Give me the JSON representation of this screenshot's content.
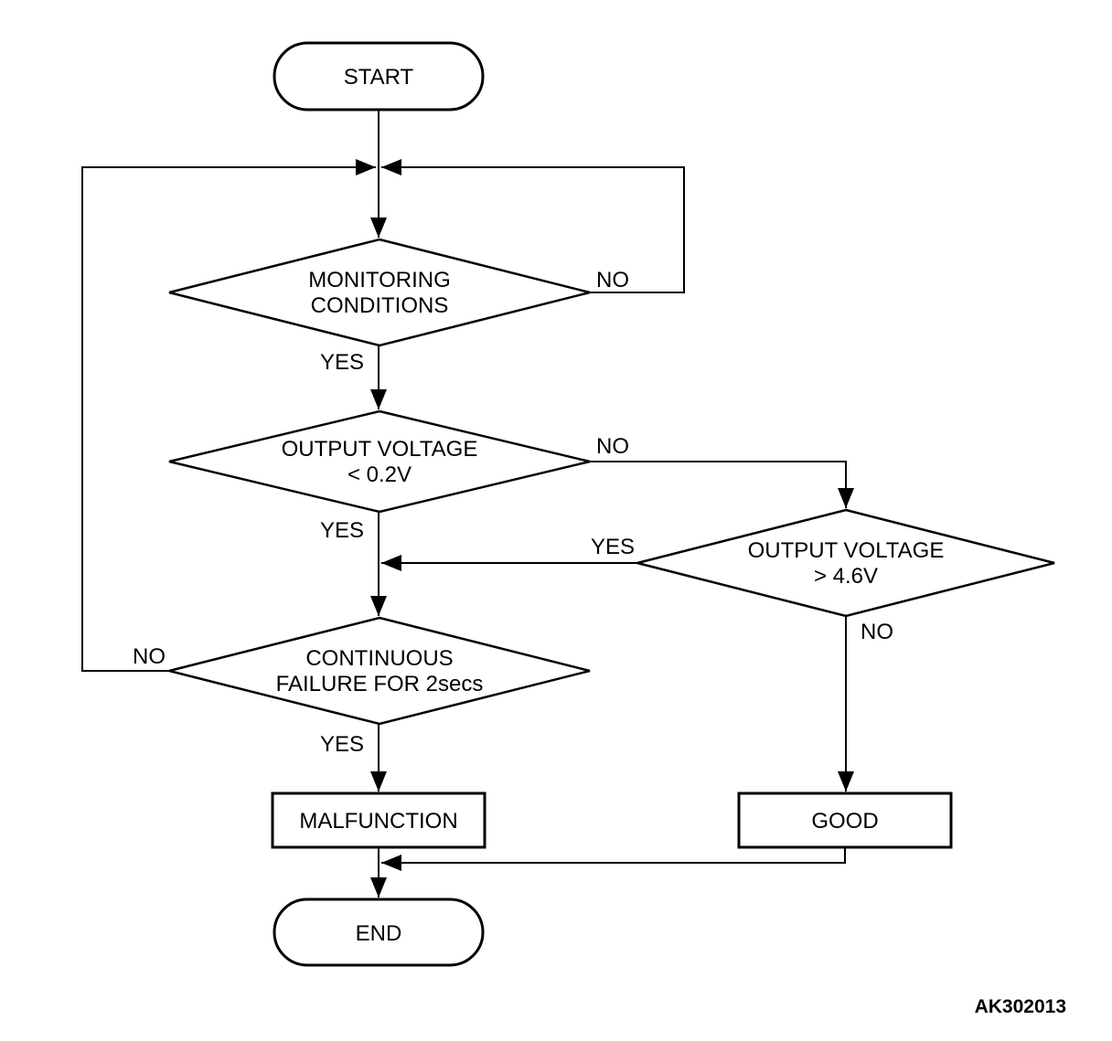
{
  "figure_code": "AK302013",
  "colors": {
    "line": "#000000",
    "background": "#ffffff",
    "text": "#000000"
  },
  "nodes": {
    "start": {
      "shape": "terminator",
      "label": "START"
    },
    "monitoring": {
      "shape": "decision",
      "line1": "MONITORING",
      "line2": "CONDITIONS"
    },
    "output_low": {
      "shape": "decision",
      "line1": "OUTPUT VOLTAGE",
      "line2": "< 0.2V"
    },
    "output_high": {
      "shape": "decision",
      "line1": "OUTPUT VOLTAGE",
      "line2": "> 4.6V"
    },
    "continuous": {
      "shape": "decision",
      "line1": "CONTINUOUS",
      "line2": "FAILURE FOR 2secs"
    },
    "malfunction": {
      "shape": "process",
      "label": "MALFUNCTION"
    },
    "good": {
      "shape": "process",
      "label": "GOOD"
    },
    "end": {
      "shape": "terminator",
      "label": "END"
    }
  },
  "edges": [
    {
      "from": "start",
      "to": "monitoring",
      "label": ""
    },
    {
      "from": "monitoring",
      "to": "top-junction",
      "label": "NO"
    },
    {
      "from": "monitoring",
      "to": "output_low",
      "label": "YES"
    },
    {
      "from": "output_low",
      "to": "output_high",
      "label": "NO"
    },
    {
      "from": "output_low",
      "to": "continuous",
      "label": "YES"
    },
    {
      "from": "output_high",
      "to": "continuous",
      "label": "YES"
    },
    {
      "from": "output_high",
      "to": "good",
      "label": "NO"
    },
    {
      "from": "continuous",
      "to": "top-junction",
      "label": "NO"
    },
    {
      "from": "continuous",
      "to": "malfunction",
      "label": "YES"
    },
    {
      "from": "malfunction",
      "to": "end",
      "label": ""
    },
    {
      "from": "good",
      "to": "end",
      "label": ""
    }
  ]
}
